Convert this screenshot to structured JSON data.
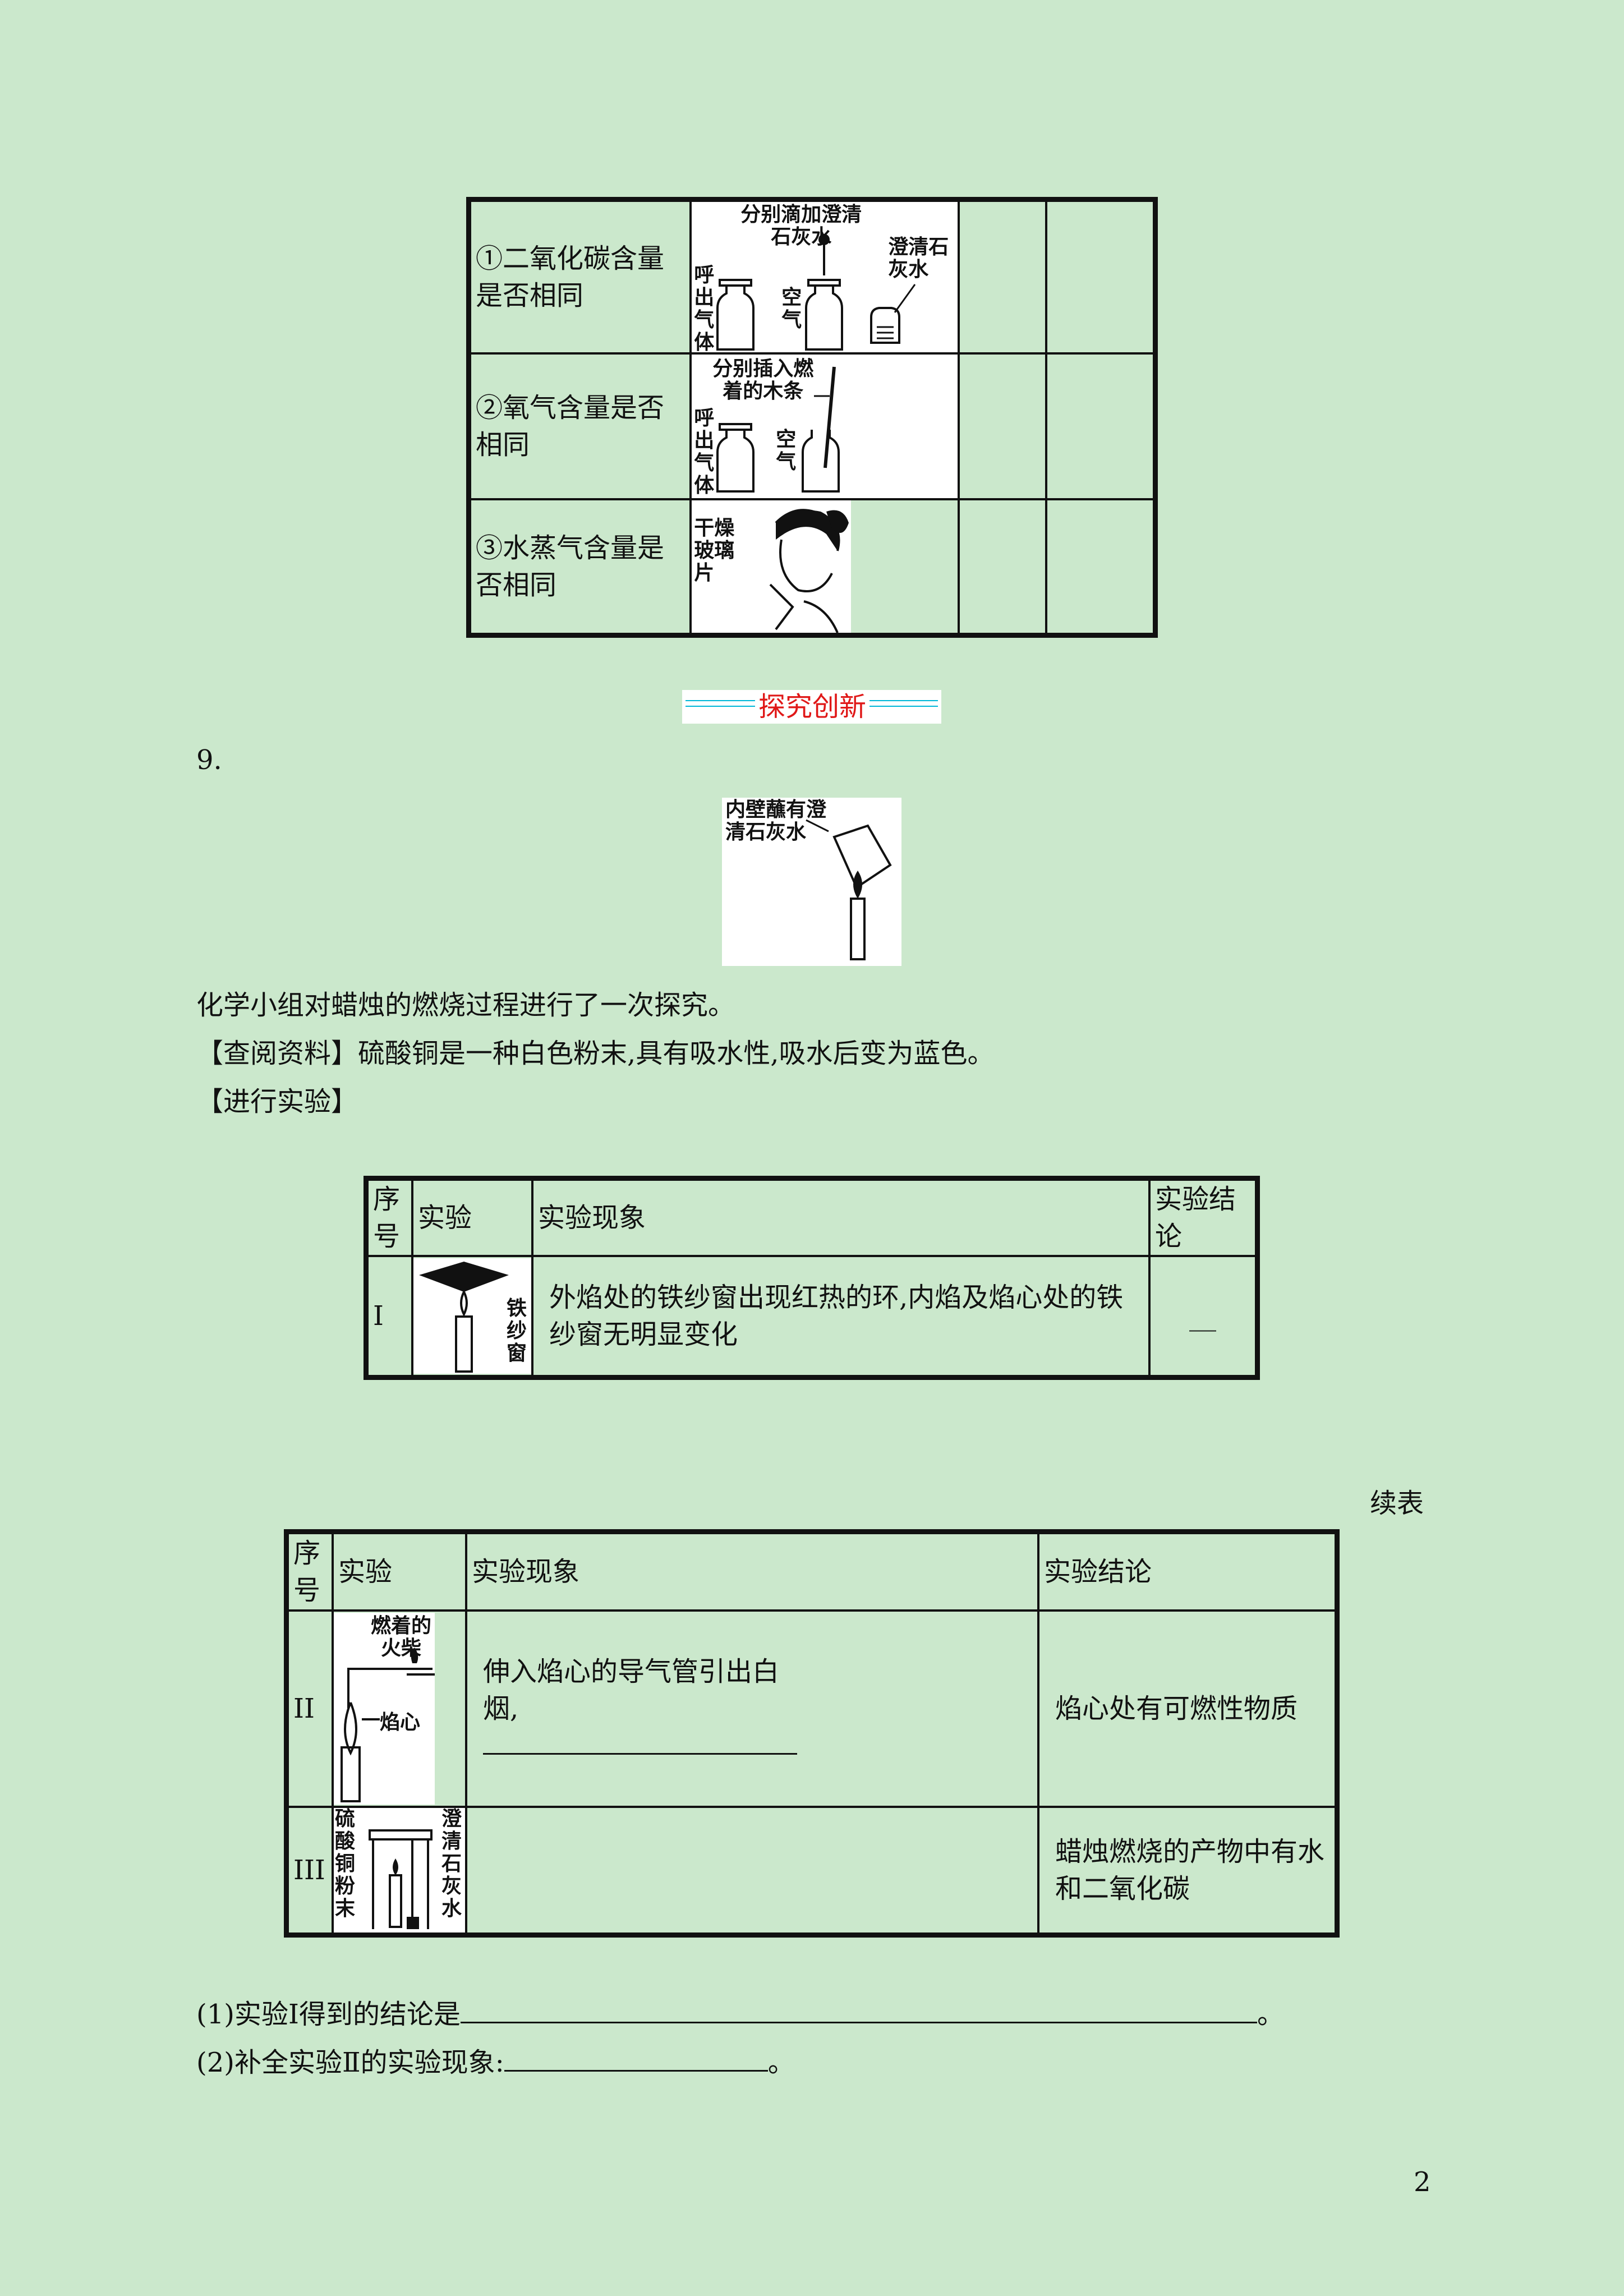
{
  "table1": {
    "rows": [
      {
        "question": "①二氧化碳含量是否相同",
        "labels": {
          "top": "分别滴加澄清石灰水",
          "left": "呼出气体",
          "mid": "空气",
          "right": "澄清石灰水"
        }
      },
      {
        "question": "②氧气含量是否相同",
        "labels": {
          "top": "分别插入燃着的木条",
          "left": "呼出气体",
          "mid": "空气"
        }
      },
      {
        "question": "③水蒸气含量是否相同",
        "labels": {
          "top": "干燥玻璃片"
        }
      }
    ]
  },
  "section_title": "探究创新",
  "q_number": "9.",
  "fig_label": "内壁蘸有澄清石灰水",
  "intro": "化学小组对蜡烛的燃烧过程进行了一次探究。",
  "materials": "【查阅资料】硫酸铜是一种白色粉末,具有吸水性,吸水后变为蓝色。",
  "experiment_heading": "【进行实验】",
  "table2": {
    "headers": [
      "序号",
      "实验",
      "实验现象",
      "实验结论"
    ],
    "row": {
      "num": "I",
      "fig_label": "铁纱窗",
      "phenomenon": "外焰处的铁纱窗出现红热的环,内焰及焰心处的铁纱窗无明显变化",
      "conclusion": "__"
    }
  },
  "continued": "续表",
  "table3": {
    "headers": [
      "序号",
      "实验",
      "实验现象",
      "实验结论"
    ],
    "rows": [
      {
        "num": "II",
        "fig_labels": {
          "top": "燃着的火柴",
          "side": "焰心"
        },
        "phenomenon": "伸入焰心的导气管引出白烟,",
        "conclusion": "焰心处有可燃性物质"
      },
      {
        "num": "III",
        "fig_labels": {
          "left": "硫酸铜粉末",
          "right": "澄清石灰水"
        },
        "phenomenon": "",
        "conclusion": "蜡烛燃烧的产物中有水和二氧化碳"
      }
    ]
  },
  "q1": "(1)实验Ⅰ得到的结论是",
  "q2": "(2)补全实验Ⅱ的实验现象:",
  "period": "。",
  "page_number": "2"
}
